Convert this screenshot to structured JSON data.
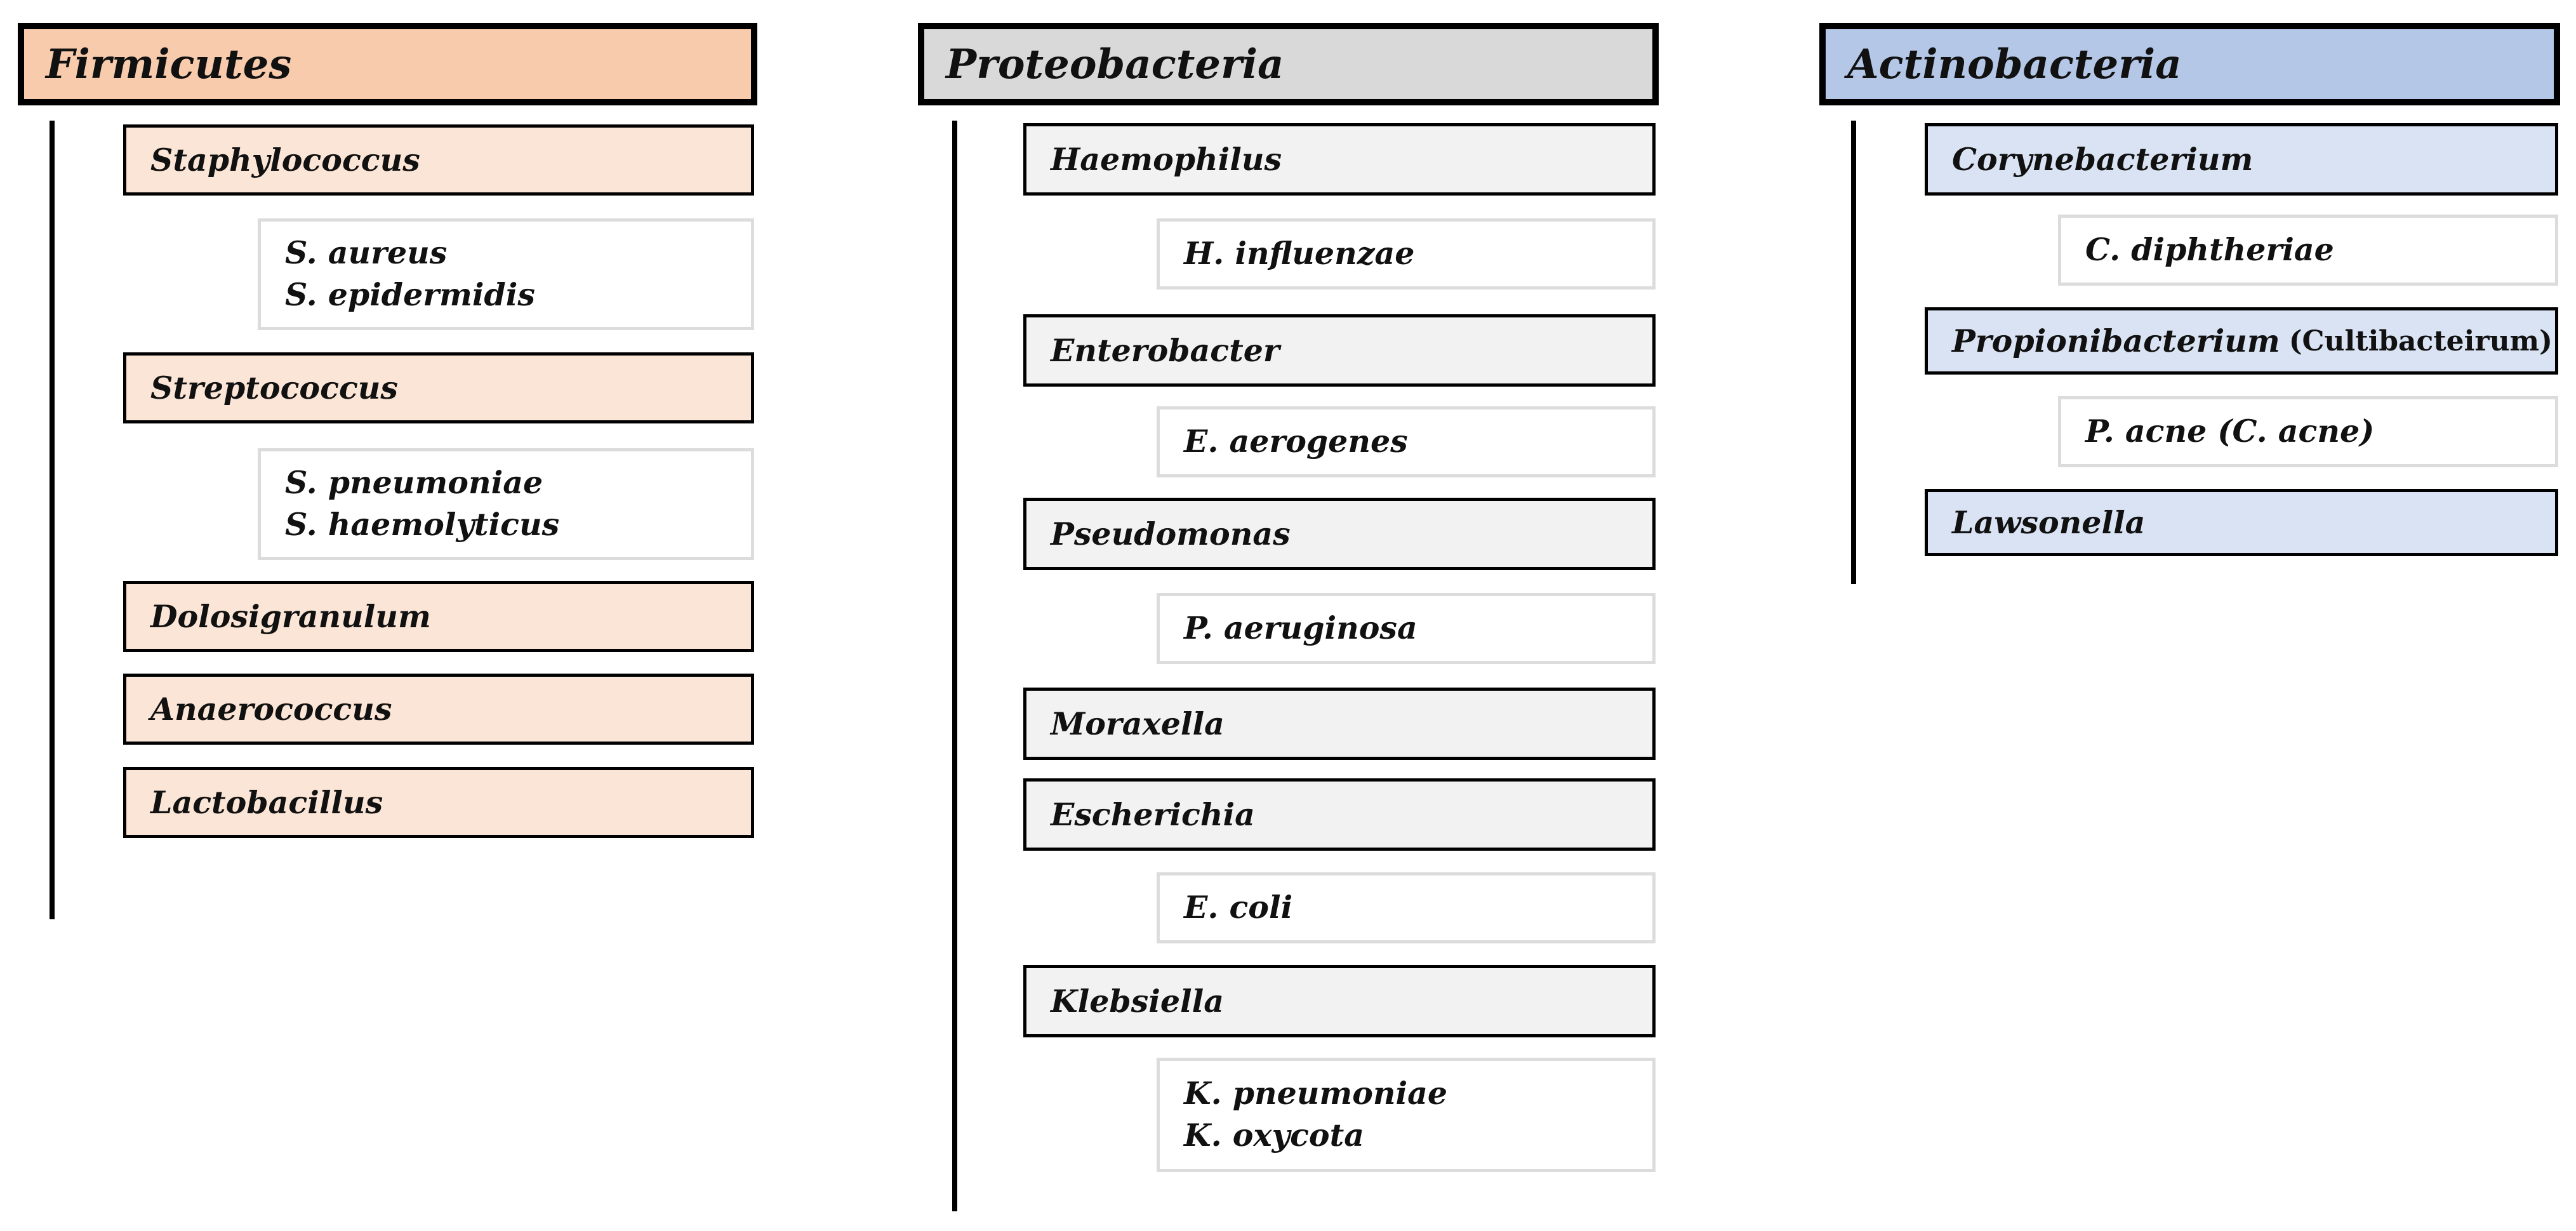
{
  "columns": [
    {
      "phylum": "Firmicutes",
      "genera": [
        {
          "name": "Staphylococcus",
          "species": [
            "S. aureus",
            "S. epidermidis"
          ]
        },
        {
          "name": "Streptococcus",
          "species": [
            "S. pneumoniae",
            "S. haemolyticus"
          ]
        },
        {
          "name": "Dolosigranulum",
          "species": []
        },
        {
          "name": "Anaerococcus",
          "species": []
        },
        {
          "name": "Lactobacillus",
          "species": []
        }
      ]
    },
    {
      "phylum": "Proteobacteria",
      "genera": [
        {
          "name": "Haemophilus",
          "species": [
            "H. influenzae"
          ]
        },
        {
          "name": "Enterobacter",
          "species": [
            "E. aerogenes"
          ]
        },
        {
          "name": "Pseudomonas",
          "species": [
            "P. aeruginosa"
          ]
        },
        {
          "name": "Moraxella",
          "species": []
        },
        {
          "name": "Escherichia",
          "species": [
            "E. coli"
          ]
        },
        {
          "name": "Klebsiella",
          "species": [
            "K. pneumoniae",
            "K. oxycota"
          ]
        }
      ]
    },
    {
      "phylum": "Actinobacteria",
      "genera": [
        {
          "name": "Corynebacterium",
          "species": [
            "C. diphtheriae"
          ]
        },
        {
          "name": "Propionibacterium",
          "alt_name": "(Cultibacteirum)",
          "species": [
            "P. acne (C. acne)"
          ]
        },
        {
          "name": "Lawsonella",
          "species": []
        }
      ]
    }
  ],
  "colors": {
    "firmicutes_phylum": "#f8cbad",
    "firmicutes_genus": "#fbe5d6",
    "proteobacteria_phylum": "#d9d9d9",
    "proteobacteria_genus": "#f2f2f2",
    "actinobacteria_phylum": "#b4c7e7",
    "actinobacteria_genus": "#dae3f3",
    "species_border": "#dcdcdc"
  }
}
